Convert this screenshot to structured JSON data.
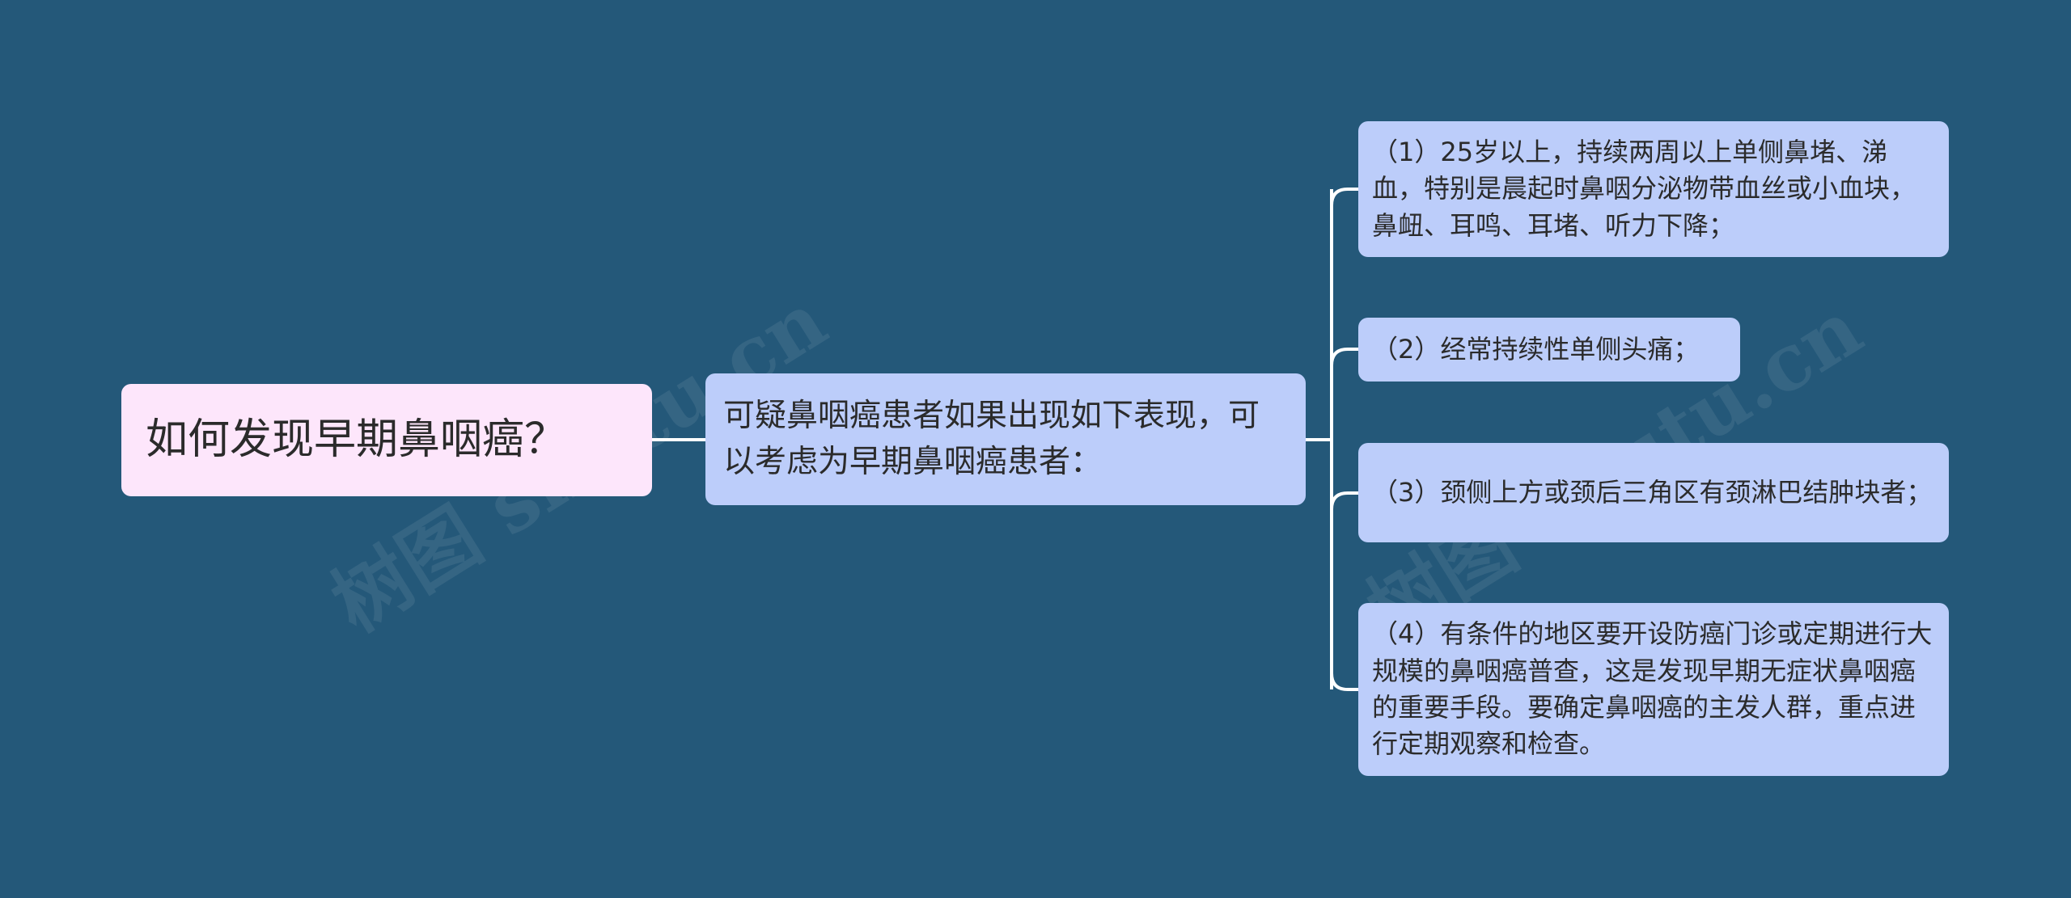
{
  "colors": {
    "background": "#245879",
    "root_fill": "#fde6fb",
    "node_fill": "#bccdfa",
    "connector": "#ffffff"
  },
  "root": {
    "text": "如何发现早期鼻咽癌？"
  },
  "branch": {
    "text": "可疑鼻咽癌患者如果出现如下表现，可以考虑为早期鼻咽癌患者："
  },
  "leaves": [
    {
      "text": "（1）25岁以上，持续两周以上单侧鼻堵、涕血，特别是晨起时鼻咽分泌物带血丝或小血块，鼻衄、耳鸣、耳堵、听力下降；"
    },
    {
      "text": "（2）经常持续性单侧头痛；"
    },
    {
      "text": "（3）颈侧上方或颈后三角区有颈淋巴结肿块者；"
    },
    {
      "text": "（4）有条件的地区要开设防癌门诊或定期进行大规模的鼻咽癌普查，这是发现早期无症状鼻咽癌的重要手段。要确定鼻咽癌的主发人群，重点进行定期观察和检查。"
    }
  ],
  "watermarks": [
    "树图 shutu.cn",
    "树图 shutu.cn"
  ]
}
